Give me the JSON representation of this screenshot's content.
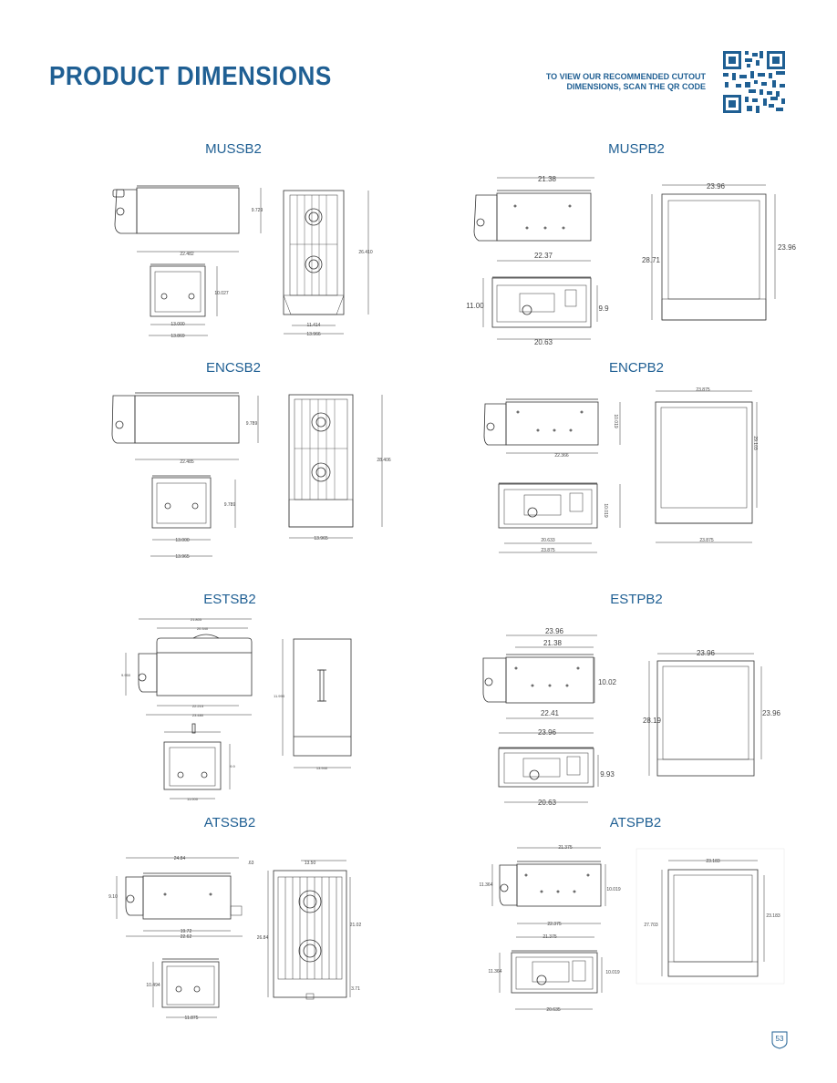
{
  "title": "PRODUCT DIMENSIONS",
  "qr_note": {
    "line1": "TO VIEW OUR RECOMMENDED CUTOUT",
    "line2": "DIMENSIONS, SCAN THE QR CODE"
  },
  "page_number": "53",
  "products": {
    "mussb2": {
      "name": "MUSSB2",
      "dims": {
        "side_w": "22.482",
        "side_h": "9.729",
        "front_h": "10.027",
        "front_w1": "13.000",
        "front_w2": "13.869",
        "top_h": "26.410",
        "top_w1": "11.414",
        "top_w2": "13.966"
      }
    },
    "muspb2": {
      "name": "MUSPB2",
      "dims": {
        "side_top": "21.38",
        "side_bottom": "22.37",
        "front_h1": "11.00",
        "front_h2": "9.9",
        "front_w": "20.63",
        "top_w": "23.96",
        "top_h1": "28.71",
        "top_h2": "23.96"
      }
    },
    "encsb2": {
      "name": "ENCSB2",
      "dims": {
        "side_w": "22.485",
        "side_h": "9.789",
        "front_h": "9.789",
        "front_w1": "13.000",
        "front_w2": "13.965",
        "top_h": "28.406",
        "top_w": "13.965"
      }
    },
    "encpb2": {
      "name": "ENCPB2",
      "dims": {
        "side_h": "10.019",
        "side_w": "22.366",
        "front_h": "10.019",
        "front_w1": "20.633",
        "front_w2": "23.875",
        "top_w": "23.875",
        "top_h": "29.103",
        "top_bottom": "23.875"
      }
    },
    "estsb2": {
      "name": "ESTSB2",
      "dims": {
        "side_top1": "21.805",
        "side_top2": "20.340",
        "side_h": "9.950",
        "side_b1": "22.215",
        "side_b2": "23.480",
        "front_h": "9.9",
        "front_w": "11.000",
        "top_h": "11.993",
        "top_w": "13.940"
      }
    },
    "estpb2": {
      "name": "ESTPB2",
      "dims": {
        "side_top1": "23.96",
        "side_top2": "21.38",
        "side_h": "10.02",
        "side_bottom": "22.41",
        "front_top": "23.96",
        "front_h": "9.93",
        "front_w": "20.63",
        "top_w": "23.96",
        "top_h1": "28.19",
        "top_h2": "23.96"
      }
    },
    "atssb2": {
      "name": "ATSSB2",
      "dims": {
        "side_top": "24.84",
        "side_knob": ".63",
        "side_h": "9.10",
        "side_b1": "19.72",
        "side_b2": "22.62",
        "front_h": "10.494",
        "front_w": "11.875",
        "top_w": "13.50",
        "top_h1": "26.84",
        "top_h2": "21.02",
        "top_h3": "3.71"
      }
    },
    "atspb2": {
      "name": "ATSPB2",
      "dims": {
        "side_top": "21.375",
        "side_h1": "11.364",
        "side_h2": "10.019",
        "side_bottom": "22.375",
        "front_top": "21.375",
        "front_h1": "11.364",
        "front_h2": "10.019",
        "front_w": "20.635",
        "top_w": "23.183",
        "top_h1": "27.703",
        "top_h2": "23.183"
      }
    }
  }
}
